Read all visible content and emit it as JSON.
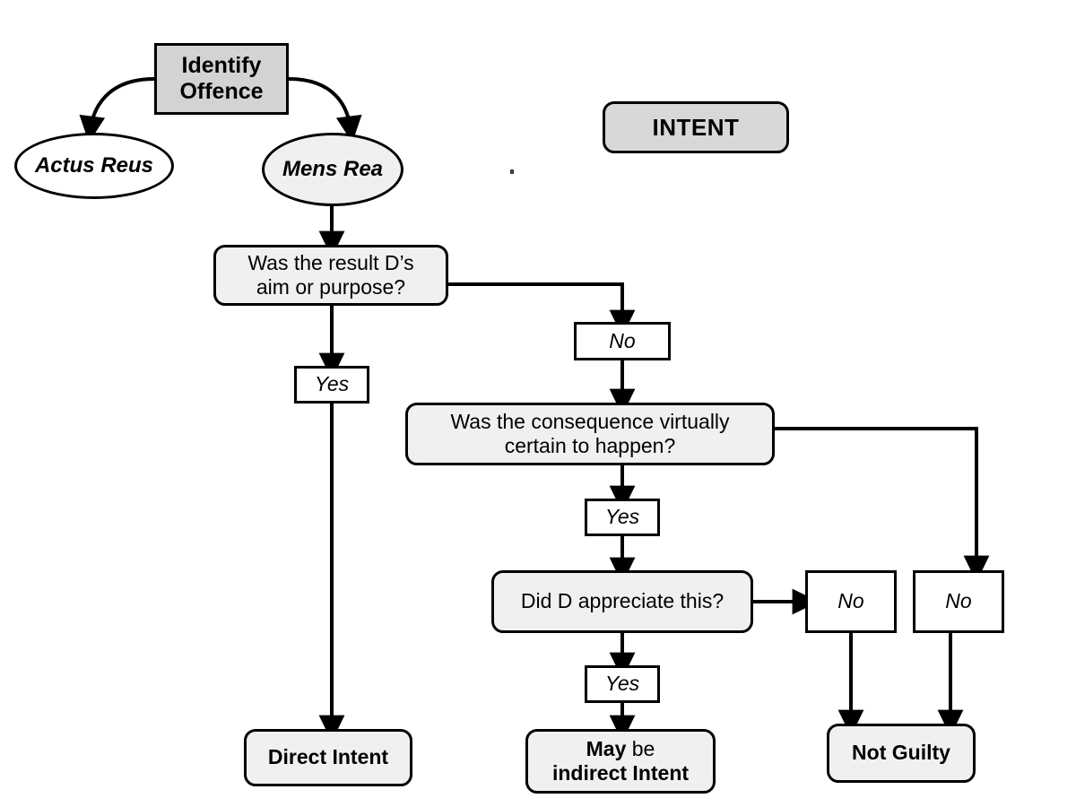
{
  "diagram": {
    "title": "INTENT",
    "nodes": {
      "identify_offence": "Identify\nOffence",
      "actus_reus": "Actus Reus",
      "mens_rea": "Mens Rea",
      "intent_header": "INTENT",
      "q1": "Was the result D’s\naim or purpose?",
      "q1_yes": "Yes",
      "q1_no": "No",
      "q2": "Was the consequence virtually\ncertain to happen?",
      "q2_yes": "Yes",
      "q2_no": "No",
      "q3": "Did D appreciate this?",
      "q3_yes": "Yes",
      "q3_no": "No",
      "outcome_direct": "Direct Intent",
      "outcome_indirect_line1_strong": "May",
      "outcome_indirect_line1_soft": " be",
      "outcome_indirect_line2": "indirect Intent",
      "outcome_not_guilty": "Not Guilty"
    },
    "colors": {
      "stroke": "#000000",
      "fill_grey_header": "#d8d8d8",
      "fill_grey_box": "#d3d3d3",
      "fill_light": "#f0f0f0",
      "fill_white": "#ffffff"
    }
  }
}
